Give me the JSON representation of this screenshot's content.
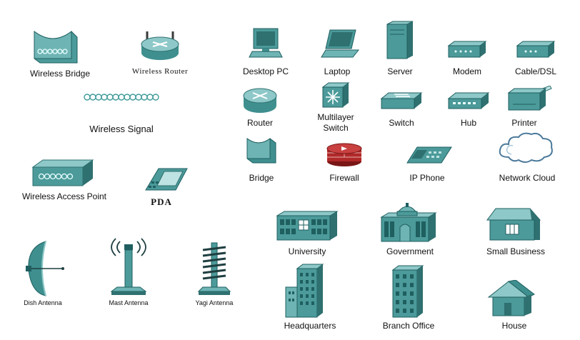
{
  "colors": {
    "teal_light": "#6fb4b4",
    "teal_mid": "#3f8f8f",
    "teal_dark": "#1f5f60",
    "red": "#b02828"
  },
  "labels": {
    "wireless_bridge": "Wireless Bridge",
    "wireless_router": "Wireless Router",
    "wireless_signal": "Wireless Signal",
    "wireless_access_point": "Wireless Access Point",
    "pda": "PDA",
    "dish_antenna": "Dish Antenna",
    "mast_antenna": "Mast Antenna",
    "yagi_antenna": "Yagi Antenna",
    "desktop_pc": "Desktop PC",
    "laptop": "Laptop",
    "server": "Server",
    "modem": "Modem",
    "cable_dsl": "Cable/DSL",
    "router": "Router",
    "multilayer_switch_1": "Multilayer",
    "multilayer_switch_2": "Switch",
    "switch": "Switch",
    "hub": "Hub",
    "printer": "Printer",
    "bridge": "Bridge",
    "firewall": "Firewall",
    "ip_phone": "IP Phone",
    "network_cloud": "Network Cloud",
    "university": "University",
    "government": "Government",
    "small_business": "Small Business",
    "headquarters": "Headquarters",
    "branch_office": "Branch Office",
    "house": "House"
  },
  "icons": [
    "wireless-bridge-icon",
    "wireless-router-icon",
    "wireless-signal-icon",
    "wireless-access-point-icon",
    "pda-icon",
    "dish-antenna-icon",
    "mast-antenna-icon",
    "yagi-antenna-icon",
    "desktop-pc-icon",
    "laptop-icon",
    "server-icon",
    "modem-icon",
    "cable-dsl-icon",
    "router-icon",
    "multilayer-switch-icon",
    "switch-icon",
    "hub-icon",
    "printer-icon",
    "bridge-icon",
    "firewall-icon",
    "ip-phone-icon",
    "network-cloud-icon",
    "university-icon",
    "government-icon",
    "small-business-icon",
    "headquarters-icon",
    "branch-office-icon",
    "house-icon"
  ]
}
